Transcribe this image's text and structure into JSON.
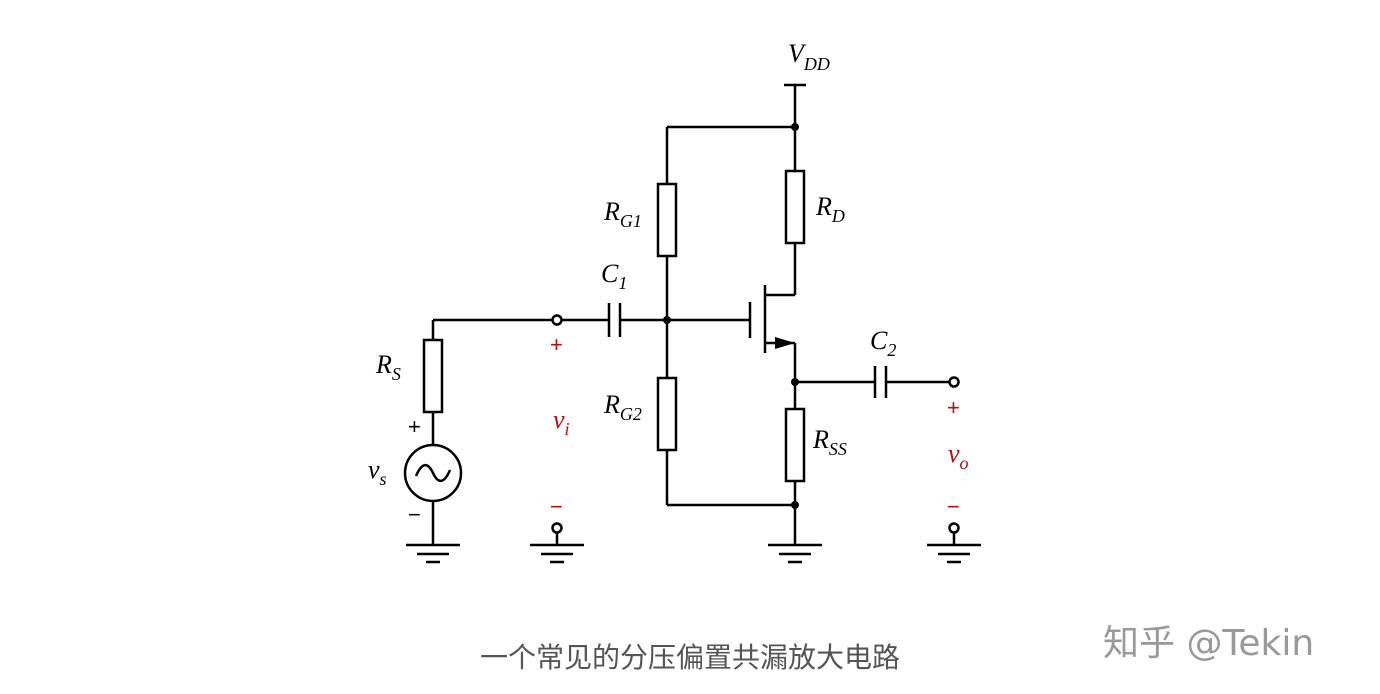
{
  "labels": {
    "vdd": {
      "main": "V",
      "sub": "DD"
    },
    "rg1": {
      "main": "R",
      "sub": "G1"
    },
    "rg2": {
      "main": "R",
      "sub": "G2"
    },
    "rd": {
      "main": "R",
      "sub": "D"
    },
    "rss": {
      "main": "R",
      "sub": "SS"
    },
    "rs": {
      "main": "R",
      "sub": "S"
    },
    "c1": {
      "main": "C",
      "sub": "1"
    },
    "c2": {
      "main": "C",
      "sub": "2"
    },
    "vs": {
      "main": "v",
      "sub": "s"
    },
    "vi": {
      "main": "v",
      "sub": "i"
    },
    "vo": {
      "main": "v",
      "sub": "o"
    },
    "plus": "+",
    "minus": "−"
  },
  "caption": "一个常见的分压偏置共漏放大电路",
  "watermark": "知乎 @Tekin",
  "colors": {
    "polarity": "#b01010",
    "wire": "#000000",
    "caption": "#555555"
  }
}
